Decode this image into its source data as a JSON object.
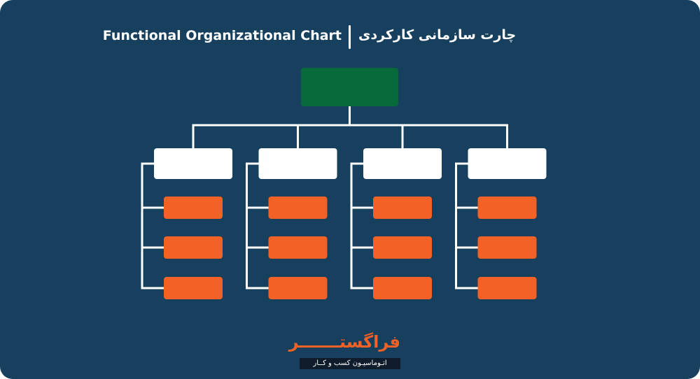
{
  "title": {
    "english": "Functional Organizational Chart",
    "persian": "چارت سازمانی کارکردی"
  },
  "logo": {
    "name": "فراگستـــــــر",
    "tagline": "اتـوماسیـون کسب و کــار"
  },
  "org_chart": {
    "root": {
      "label": "",
      "color": "#08693b"
    },
    "departments": [
      {
        "label": "",
        "color": "#ffffff",
        "units": [
          {
            "label": ""
          },
          {
            "label": ""
          },
          {
            "label": ""
          }
        ]
      },
      {
        "label": "",
        "color": "#ffffff",
        "units": [
          {
            "label": ""
          },
          {
            "label": ""
          },
          {
            "label": ""
          }
        ]
      },
      {
        "label": "",
        "color": "#ffffff",
        "units": [
          {
            "label": ""
          },
          {
            "label": ""
          },
          {
            "label": ""
          }
        ]
      },
      {
        "label": "",
        "color": "#ffffff",
        "units": [
          {
            "label": ""
          },
          {
            "label": ""
          },
          {
            "label": ""
          }
        ]
      }
    ],
    "unit_color": "#f26125",
    "connector_color": "#ffffff"
  },
  "colors": {
    "background": "#16405e",
    "root_box": "#08693b",
    "department_box": "#ffffff",
    "unit_box": "#f26125",
    "brand": "#f26125"
  }
}
